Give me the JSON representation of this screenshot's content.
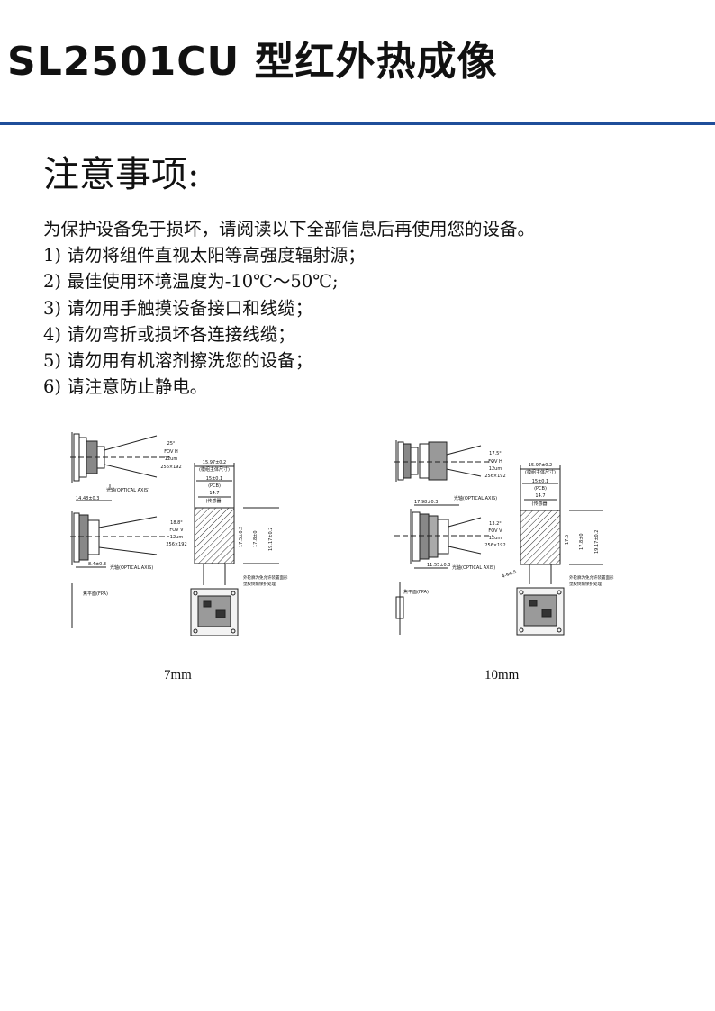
{
  "title": "SL2501CU 型红外热成像",
  "heading": "注意事项:",
  "notes": [
    "为保护设备免于损坏，请阅读以下全部信息后再使用您的设备。",
    "1) 请勿将组件直视太阳等高强度辐射源；",
    "2) 最佳使用环境温度为-10℃～50℃;",
    "3) 请勿用手触摸设备接口和线缆；",
    "4) 请勿弯折或损坏各连接线缆；",
    "5) 请勿用有机溶剂擦洗您的设备；",
    "6)  请注意防止静电。"
  ],
  "figures": [
    {
      "caption": "7mm",
      "labels": {
        "fov_h_angle": "25°",
        "fov_h": "FOV H",
        "focal_h": "12um",
        "res_h": "256×192",
        "optical_axis_top": "光轴(OPTICAL AXIS)",
        "width_dim": "15.97±0.2",
        "width_note": "(模组主体尺寸)",
        "pcb_dim": "15±0.1",
        "pcb": "(PCB)",
        "sensor_dim": "14.7",
        "sensor_note": "(传感器)",
        "lens_len": "14.48±0.3",
        "fov_v_angle": "18.8°",
        "fov_v": "FOV V",
        "focal_v": "12um",
        "res_v": "256×192",
        "height_a": "17.5±0.2",
        "height_b": "17.8±0",
        "height_c": "19.17±0.2",
        "offset": "8.4±0.3",
        "optical_axis_bottom": "光轴(OPTICAL AXIS)",
        "fpa": "焦平面(FPA)",
        "note_1": "外轮廓为免允许装置面形",
        "note_2": "塑胶倒角保护处理"
      }
    },
    {
      "caption": "10mm",
      "labels": {
        "fov_h_angle": "17.5°",
        "fov_h": "FOV H",
        "focal_h": "12um",
        "res_h": "256×192",
        "optical_axis_top": "光轴(OPTICAL AXIS)",
        "width_dim": "15.97±0.2",
        "width_note": "(模组主体尺寸)",
        "pcb_dim": "15±0.1",
        "pcb": "(PCB)",
        "sensor_dim": "14.7",
        "sensor_note": "(传感器)",
        "lens_len": "17.98±0.3",
        "fov_v_angle": "13.2°",
        "fov_v": "FOV V",
        "focal_v": "12um",
        "res_v": "256×192",
        "height_a": "17.5",
        "height_b": "17.8±0",
        "height_c": "19.17±0.2",
        "offset": "11.55±0.3",
        "optical_axis_bottom": "光轴(OPTICAL AXIS)",
        "fpa": "焦平面(FPA)",
        "screw": "4-Φ0.5",
        "note_1": "外轮廓为免允许装置面形",
        "note_2": "塑胶倒角保护处理"
      }
    }
  ]
}
